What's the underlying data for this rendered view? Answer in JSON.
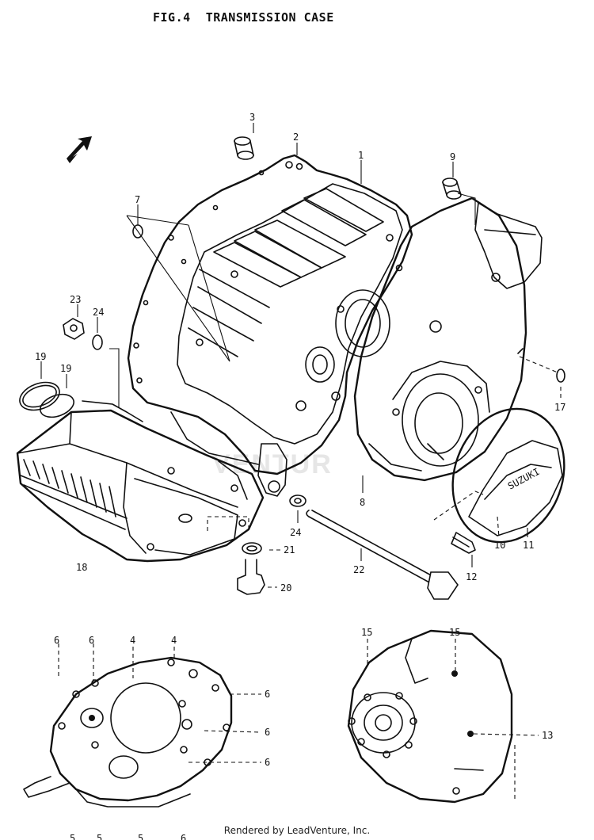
{
  "title": "FIG.4  TRANSMISSION CASE",
  "footer": "Rendered by LeadVenture, Inc.",
  "watermark": "VENTUR",
  "part_labels": {
    "p1": "1",
    "p2": "2",
    "p3": "3",
    "p4a": "4",
    "p4b": "4",
    "p5a": "5",
    "p5b": "5",
    "p5c": "5",
    "p6a": "6",
    "p6b": "6",
    "p6c": "6",
    "p6d": "6",
    "p6e": "6",
    "p6f": "6",
    "p7": "7",
    "p8": "8",
    "p9": "9",
    "p10": "10",
    "p11": "11",
    "p12": "12",
    "p13": "13",
    "p15a": "15",
    "p15b": "15",
    "p17": "17",
    "p18": "18",
    "p19a": "19",
    "p19b": "19",
    "p20": "20",
    "p21": "21",
    "p22": "22",
    "p23": "23",
    "p24a": "24",
    "p24b": "24"
  }
}
